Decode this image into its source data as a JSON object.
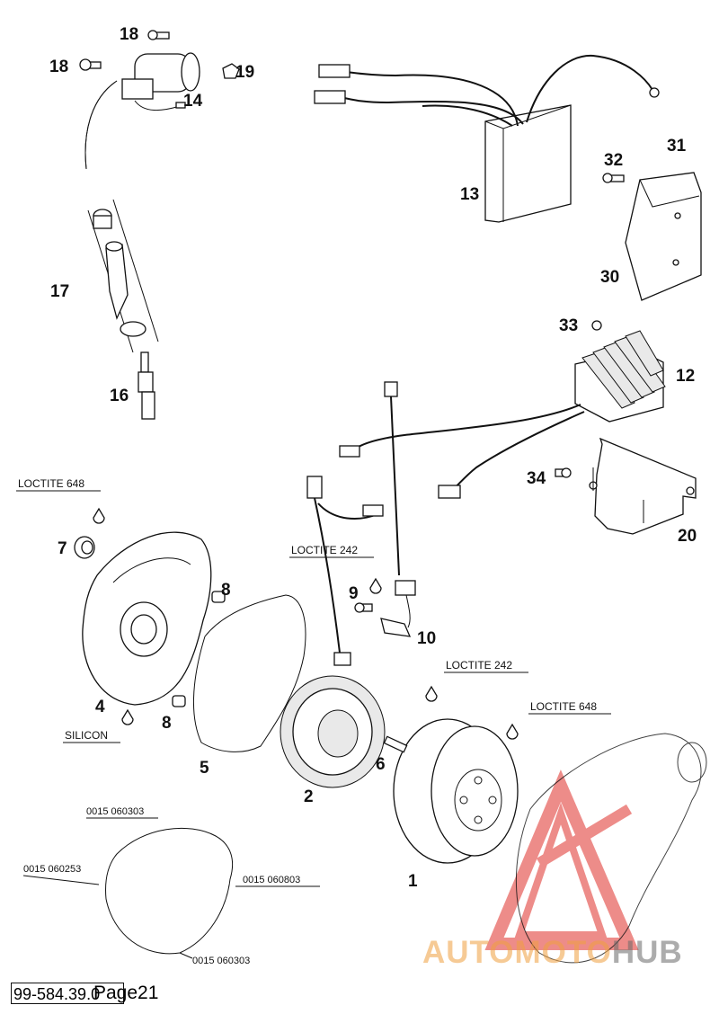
{
  "diagram": {
    "part_numbers": {
      "p1": "1",
      "p2": "2",
      "p4": "4",
      "p5": "5",
      "p6": "6",
      "p7": "7",
      "p8a": "8",
      "p8b": "8",
      "p9": "9",
      "p10": "10",
      "p12": "12",
      "p13": "13",
      "p14": "14",
      "p16": "16",
      "p17": "17",
      "p18a": "18",
      "p18b": "18",
      "p19": "19",
      "p20": "20",
      "p30": "30",
      "p31": "31",
      "p32": "32",
      "p33": "33",
      "p34": "34"
    },
    "annotations": {
      "loctite_648_top": "LOCTITE 648",
      "loctite_242_left": "LOCTITE 242",
      "loctite_242_right": "LOCTITE 242",
      "loctite_648_right": "LOCTITE 648",
      "silicon": "SILICON"
    },
    "gasket_codes": {
      "code_top": "0015 060303",
      "code_left": "0015 060253",
      "code_right": "0015 060803",
      "code_bottom": "0015 060303"
    }
  },
  "footer": {
    "doc_number": "99-584.39.0",
    "page_label": "Page21"
  },
  "watermark": {
    "text_left": "AUTOMOTO",
    "text_right": "HUB",
    "color_red": "#e0302a",
    "color_orange": "#f0a040",
    "color_gray": "#6a6a6a"
  }
}
